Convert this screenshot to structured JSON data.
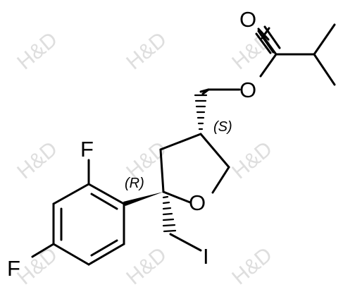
{
  "watermark": {
    "text": "H&D",
    "color": "#dedede"
  },
  "atoms": {
    "carbonyl_oxygen": "O",
    "ester_oxygen": "O",
    "ring_oxygen": "O",
    "fluorine_ortho": "F",
    "fluorine_para": "F",
    "iodine": "I"
  },
  "stereo_labels": {
    "ring_ch": "(S)",
    "quaternary_c": "(R)"
  },
  "colors": {
    "bond": "#000000",
    "background": "#ffffff"
  }
}
